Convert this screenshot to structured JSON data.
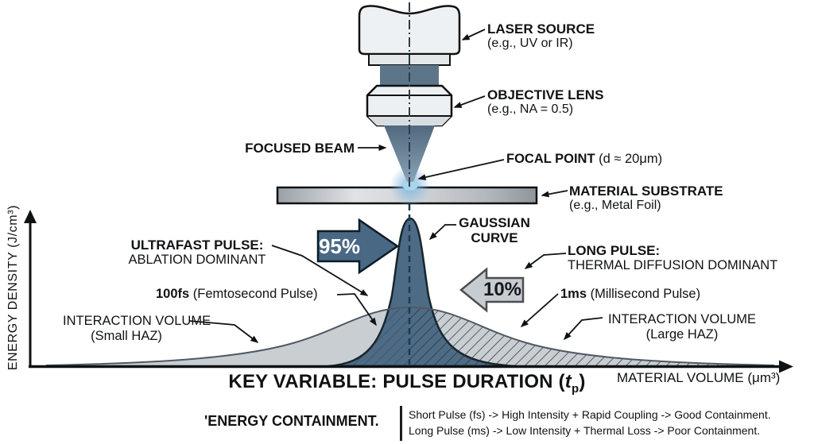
{
  "apparatus": {
    "laser_source": {
      "label": "LASER SOURCE",
      "sublabel": "(e.g., UV or IR)"
    },
    "objective_lens": {
      "label": "OBJECTIVE LENS",
      "sublabel": "(e.g., NA = 0.5)"
    },
    "focused_beam": {
      "label": "FOCUSED BEAM"
    },
    "focal_point": {
      "label": "FOCAL POINT",
      "detail": " (d ≈ 20μm)"
    },
    "material_substrate": {
      "label": "MATERIAL SUBSTRATE",
      "sublabel": "(e.g., Metal Foil)"
    }
  },
  "graph": {
    "y_axis_label": "ENERGY DENSITY (J/cm³)",
    "x_axis_label": "MATERIAL VOLUME (μm³)",
    "gaussian_curve": {
      "line1": "GAUSSIAN",
      "line2": "CURVE"
    },
    "ultrafast_pulse": {
      "label": "ULTRAFAST PULSE:",
      "sublabel": "ABLATION DOMINANT",
      "pulse_bold": "100fs",
      "pulse_rest": " (Femtosecond Pulse)",
      "share": "95%",
      "interaction_line1": "INTERACTION VOLUME",
      "interaction_line2": "(Small HAZ)"
    },
    "long_pulse": {
      "label": "LONG PULSE:",
      "sublabel": "THERMAL DIFFUSION DOMINANT",
      "pulse_bold": "1ms",
      "pulse_rest": " (Millisecond Pulse)",
      "share": "10%",
      "interaction_line1": "INTERACTION VOLUME",
      "interaction_line2": "(Large HAZ)"
    }
  },
  "title": {
    "prefix": "KEY VARIABLE: PULSE DURATION (",
    "symbol": "t",
    "subscript": "p",
    "suffix": ")"
  },
  "footer": {
    "label": "'ENERGY CONTAINMENT.",
    "line1": "Short Pulse (fs) -> High Intensity + Rapid Coupling -> Good Containment.",
    "line2": "Long Pulse (ms) -> Low Intensity + Thermal Loss -> Poor Containment."
  },
  "colors": {
    "dark_slate": "#4d6b85",
    "dark_outline": "#17262f",
    "broad_gray": "#c9ced3",
    "gray_outline": "#4f5a64",
    "arrow95_fill": "#486884",
    "arrow10_fill": "#c7ccd1",
    "glow_blue": "#7fb7e0",
    "ink": "#0f1215"
  }
}
